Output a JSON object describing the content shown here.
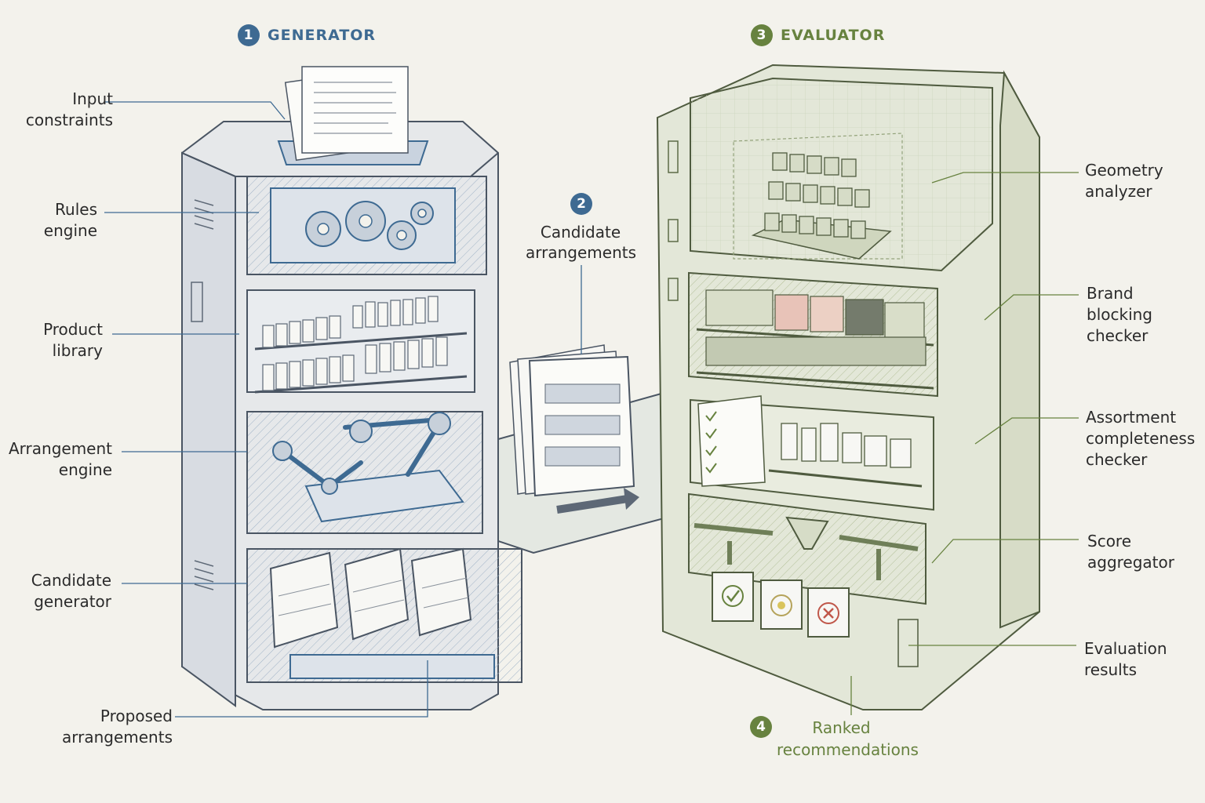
{
  "steps": [
    {
      "number": "1",
      "title": "GENERATOR"
    },
    {
      "number": "2",
      "title": "Candidate arrangements"
    },
    {
      "number": "3",
      "title": "EVALUATOR"
    },
    {
      "number": "4",
      "title": "Ranked recommendations"
    }
  ],
  "generator_labels": [
    "Input constraints",
    "Rules engine",
    "Product library",
    "Arrangement engine",
    "Candidate generator",
    "Proposed arrangements"
  ],
  "evaluator_labels": [
    "Geometry analyzer",
    "Brand blocking checker",
    "Assortment completeness checker",
    "Score aggregator",
    "Evaluation results"
  ],
  "colors": {
    "generator_accent": "#3e6a92",
    "evaluator_accent": "#67823f",
    "background": "#f3f2ec"
  }
}
